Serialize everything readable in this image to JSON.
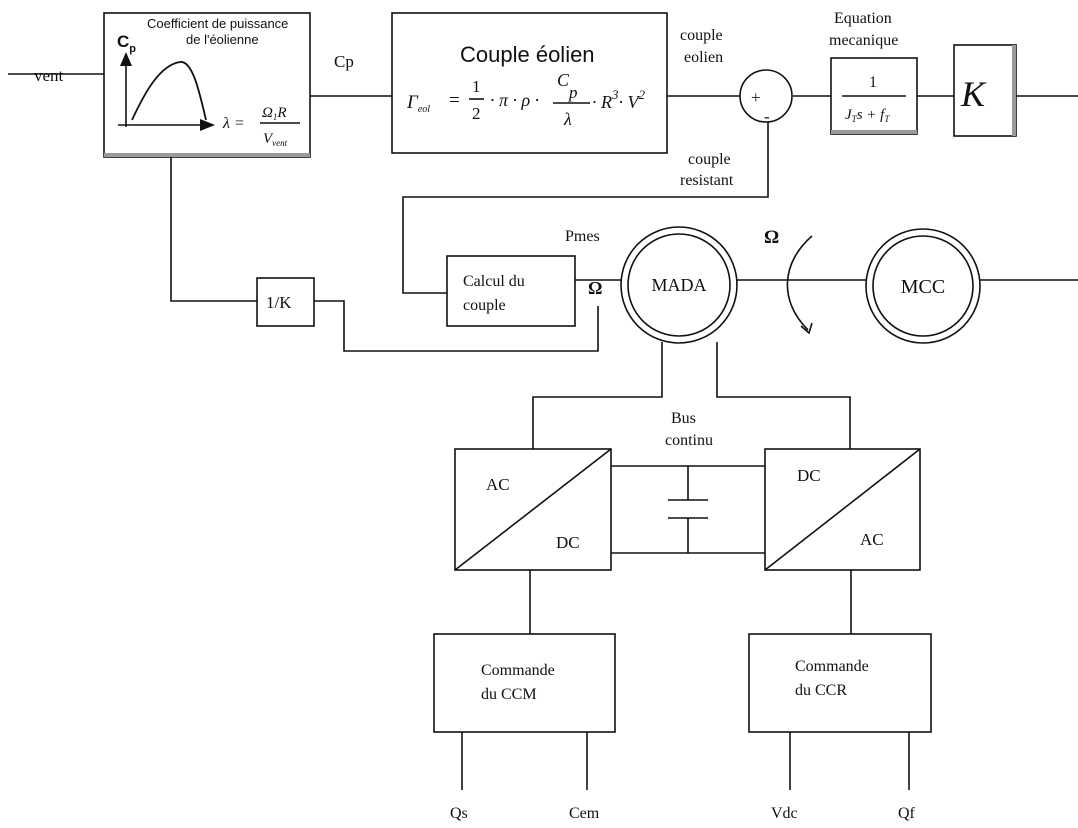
{
  "labels": {
    "vent": "vent",
    "cp": "Cp",
    "couple_eolien_1": "couple",
    "couple_eolien_2": "eolien",
    "equation_1": "Equation",
    "equation_2": "mecanique",
    "couple_resistant_1": "couple",
    "couple_resistant_2": "resistant",
    "pmes": "Pmes",
    "omega_top": "Ω",
    "omega_small": "Ω",
    "bus_1": "Bus",
    "bus_2": "continu",
    "qs": "Qs",
    "cem": "Cem",
    "vdc": "Vdc",
    "qf": "Qf"
  },
  "cp_block": {
    "title_1": "Coefficient de puissance",
    "title_2": "de l'éolienne",
    "axis_y": "C",
    "axis_y_sub": "p",
    "lambda": "λ =",
    "numerator": "Ω",
    "numerator_sub": "1",
    "numerator_r": "R",
    "denominator": "V",
    "denominator_sub": "vent"
  },
  "couple_block": {
    "title": "Couple éolien",
    "gamma": "Γ",
    "gamma_sub": "eol",
    "eq1": "=",
    "half_num": "1",
    "half_den": "2",
    "mid": "· π · ρ ·",
    "cp_num": "C",
    "cp_num_sub": "p",
    "lambda_den": "λ",
    "tail": "· R",
    "r_exp": "3",
    "tail2": "· V",
    "v_exp": "2"
  },
  "sum_junction": {
    "plus": "+",
    "minus": "-"
  },
  "transfer_block": {
    "numerator": "1",
    "den_j": "J",
    "den_j_sub": "T",
    "den_mid": "s + f",
    "den_f_sub": "T"
  },
  "gain_block": {
    "label": "K"
  },
  "inv_gain_block": {
    "label": "1/K"
  },
  "calcul_block": {
    "line1": "Calcul du",
    "line2": "couple"
  },
  "mada": {
    "label": "MADA"
  },
  "mcc": {
    "label": "MCC"
  },
  "converter_left": {
    "top": "AC",
    "bottom": "DC"
  },
  "converter_right": {
    "top": "DC",
    "bottom": "AC"
  },
  "commande_ccm": {
    "line1": "Commande",
    "line2": "du CCM"
  },
  "commande_ccr": {
    "line1": "Commande",
    "line2": "du CCR"
  }
}
